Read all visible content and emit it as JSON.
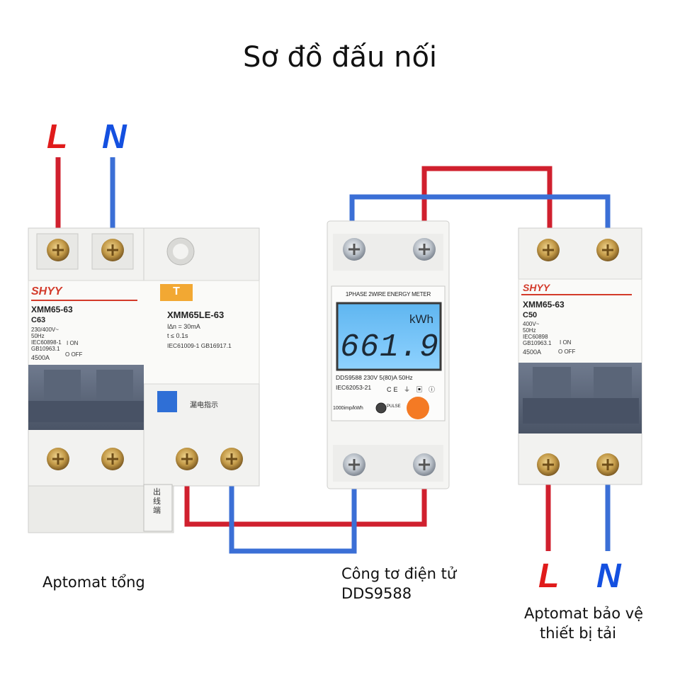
{
  "title": "Sơ đồ đấu nối",
  "input_labels": {
    "L": "L",
    "N": "N"
  },
  "output_labels": {
    "L": "L",
    "N": "N"
  },
  "colors": {
    "line": "#d0202e",
    "neutral": "#3b6fd6",
    "label_L": "#e01b1b",
    "label_N": "#1450e0"
  },
  "main_breaker": {
    "caption": "Aptomat tổng",
    "brand": "SHYY",
    "model": "XMM65-63",
    "rating": "C63",
    "spec_lines": [
      "230/400V~",
      "50Hz",
      "IEC60898-1",
      "GB10963.1"
    ],
    "breaking": "4500A",
    "on_label": "I ON",
    "off_label": "O OFF",
    "rcd_badge": "T",
    "rcd_model": "XMM65LE-63",
    "rcd_spec_lines": [
      "I∆n = 30mA",
      "t    ≤ 0.1s",
      "IEC61009-1  GB16917.1"
    ],
    "rcd_indicator": "漏电指示",
    "outlet_tag": "出线端"
  },
  "energy_meter": {
    "caption_line1": "Công tơ điện tử",
    "caption_line2": "DDS9588",
    "header": "1PHASE 2WIRE ENERGY METER",
    "unit": "kWh",
    "reading": "661.9",
    "spec": "DDS9588  230V  5(80)A  50Hz",
    "standard": "IEC62053-21",
    "imp": "1000imp/kWh",
    "pulse": "PULSE"
  },
  "load_breaker": {
    "caption_line1": "Aptomat bảo vệ",
    "caption_line2": "thiết bị tải",
    "brand": "SHYY",
    "model": "XMM65-63",
    "rating": "C50",
    "spec_lines": [
      "400V~",
      "50Hz",
      "IEC60898",
      "GB10963.1"
    ],
    "breaking": "4500A",
    "on_label": "I ON",
    "off_label": "O OFF"
  }
}
